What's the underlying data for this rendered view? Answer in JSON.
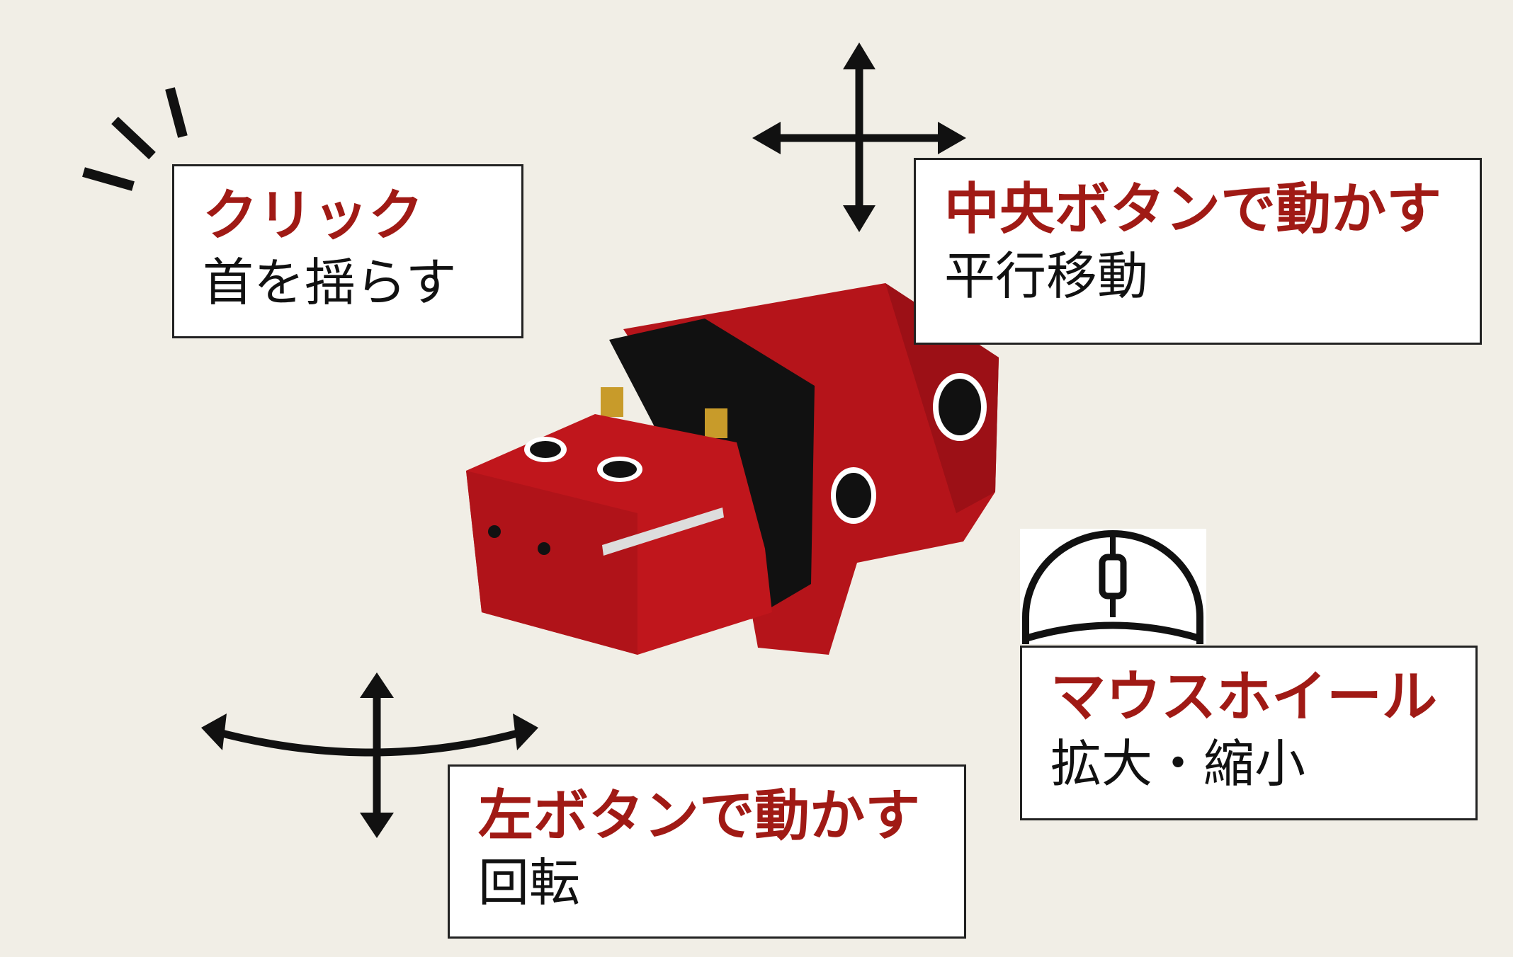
{
  "colors": {
    "accent": "#a01a15",
    "background": "#f1eee6",
    "cow_body": "#c0161c"
  },
  "click": {
    "title": "クリック",
    "desc": "首を揺らす"
  },
  "middle": {
    "title": "中央ボタンで動かす",
    "desc": "平行移動"
  },
  "wheel": {
    "title": "マウスホイール",
    "desc": "拡大・縮小"
  },
  "left": {
    "title": "左ボタンで動かす",
    "desc": "回転"
  }
}
